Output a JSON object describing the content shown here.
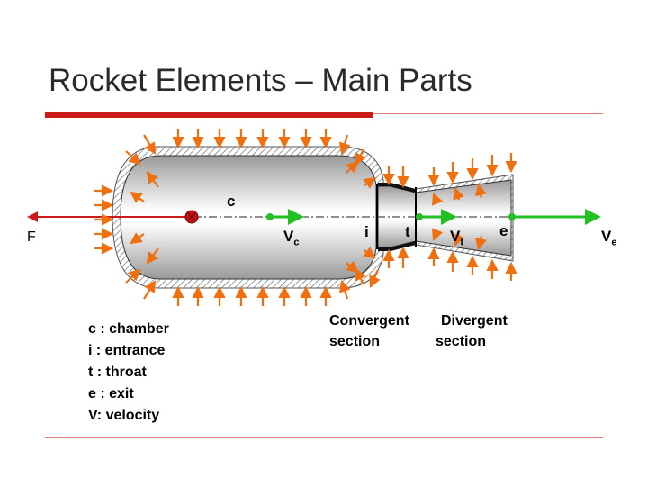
{
  "title": "Rocket Elements – Main Parts",
  "labels": {
    "c": "c",
    "i": "i",
    "t": "t",
    "e": "e",
    "F": "F",
    "vc_main": "V",
    "vc_sub": "c",
    "vt_main": "V",
    "vt_sub": "t",
    "ve_main": "V",
    "ve_sub": "e",
    "convergent": "Convergent",
    "convergent_2": "section",
    "divergent": "Divergent",
    "divergent_2": "section"
  },
  "legend": [
    "c : chamber",
    "i  : entrance",
    "t : throat",
    "e : exit",
    "V: velocity"
  ],
  "colors": {
    "accent_red": "#cc1a1a",
    "pressure_arrow": "#f07010",
    "velocity_arrow": "#22c022",
    "force_arrow": "#cc1a1a"
  }
}
